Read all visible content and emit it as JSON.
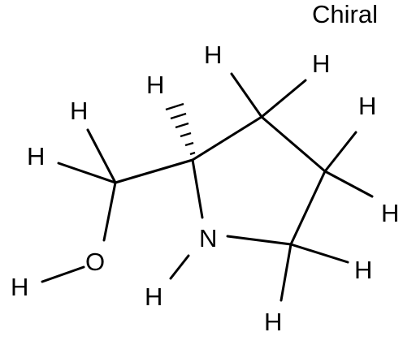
{
  "header": {
    "chiral_label": "Chiral"
  },
  "molecule": {
    "atoms": {
      "h_stereo": "H",
      "h_c3_left": "H",
      "h_c3_right": "H",
      "h_c4_top": "H",
      "h_c4_bottom": "H",
      "h_c5_right": "H",
      "h_c5_bottom": "H",
      "h_ch2_top": "H",
      "h_ch2_left": "H",
      "nitrogen": "N",
      "h_on_n": "H",
      "oxygen": "O",
      "h_on_o": "H"
    }
  },
  "colors": {
    "bond": "#000000",
    "text": "#000000",
    "background": "#ffffff"
  }
}
